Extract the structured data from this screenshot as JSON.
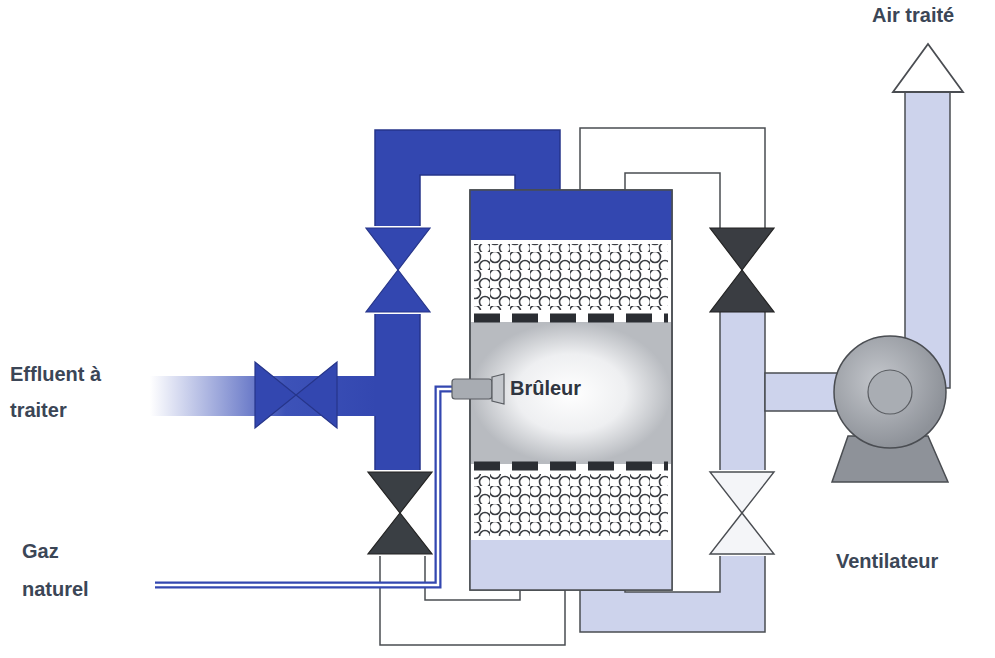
{
  "diagram": {
    "nodes": [
      {
        "text": [
          "Brûleur"
        ]
      }
    ],
    "labels": [
      "Air traité",
      "Effluent à traiter",
      "Gaz naturel",
      "Ventilateur"
    ]
  }
}
